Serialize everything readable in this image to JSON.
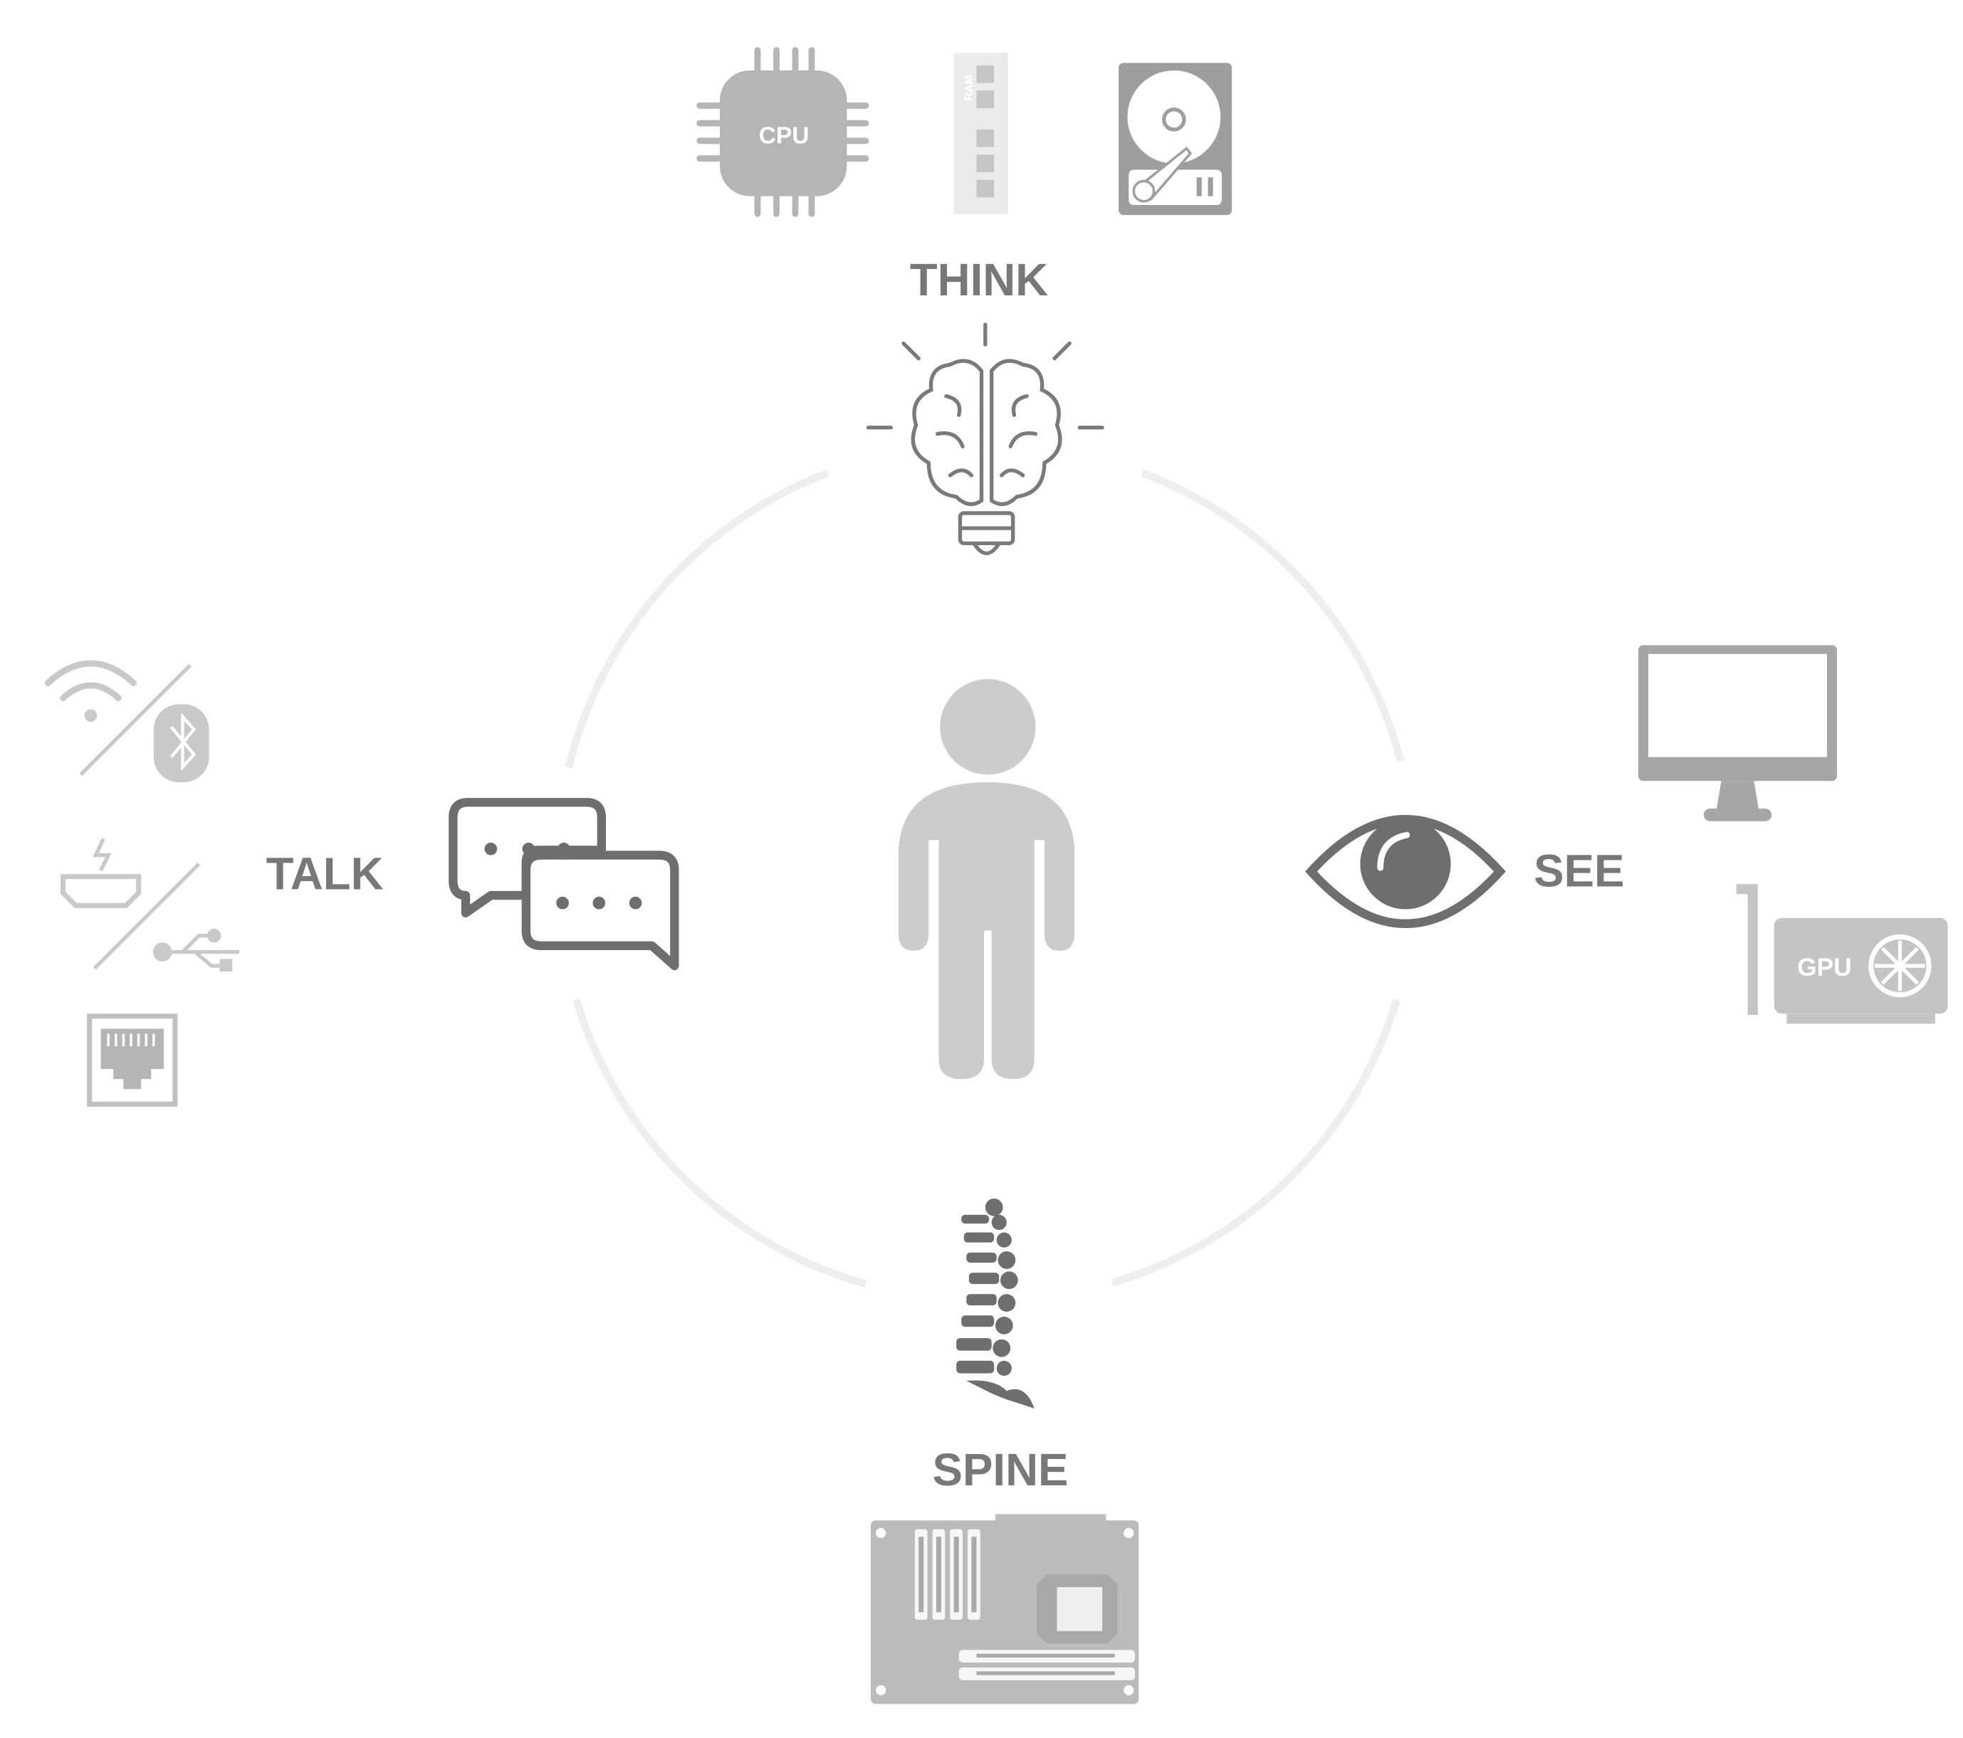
{
  "labels": {
    "think": "THINK",
    "talk": "TALK",
    "see": "SEE",
    "spine": "SPINE"
  },
  "chips": {
    "cpu": "CPU",
    "ram": "RAM",
    "gpu": "GPU"
  },
  "colors": {
    "label": "#787878",
    "icon_dark": "#6e6e6e",
    "icon_light": "#b5b5b5",
    "person": "#cccccc",
    "ring": "#eeeeee"
  }
}
